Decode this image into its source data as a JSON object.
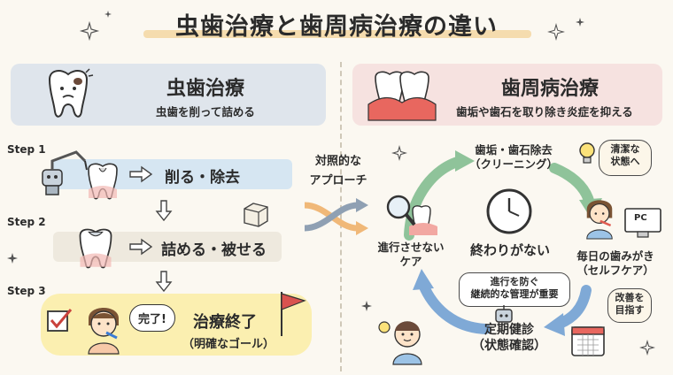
{
  "title": "虫歯治療と歯周病治療の違い",
  "left": {
    "heading": "虫歯治療",
    "subheading": "虫歯を削って詰める",
    "steps": [
      {
        "label": "Step 1",
        "action": "削る・除去"
      },
      {
        "label": "Step 2",
        "action": "詰める・被せる"
      },
      {
        "label": "Step 3",
        "action": "治療終了",
        "note": "（明確なゴール）",
        "bubble": "完了!"
      }
    ]
  },
  "center": {
    "label_line1": "対照的な",
    "label_line2": "アプローチ"
  },
  "right": {
    "heading": "歯周病治療",
    "subheading": "歯垢や歯石を取り除き炎症を抑える",
    "cycle": [
      {
        "line1": "歯垢・歯石除去",
        "line2": "（クリーニング）"
      },
      {
        "line1": "毎日の歯みがき",
        "line2": "（セルフケア）"
      },
      {
        "line1": "定期健診",
        "line2": "（状態確認）"
      },
      {
        "line1": "進行させない",
        "line2": "ケア"
      }
    ],
    "center_label": "終わりがない",
    "tags": {
      "clean_line1": "清潔な",
      "clean_line2": "状態へ",
      "improve_line1": "改善を",
      "improve_line2": "目指す",
      "management_line1": "進行を防ぐ",
      "management_line2": "継続的な管理が重要",
      "pc": "PC"
    }
  },
  "colors": {
    "left_header": "#dfe5ec",
    "right_header": "#f6e2e0",
    "step1_band": "#d6e6f2",
    "step2_band": "#eee9de",
    "step3_band": "#fbefb0",
    "arrow_orange": "#f0b878",
    "cycle_green": "#8fc39a",
    "cycle_blue": "#7fa9d6",
    "flag_red": "#d9534f"
  }
}
